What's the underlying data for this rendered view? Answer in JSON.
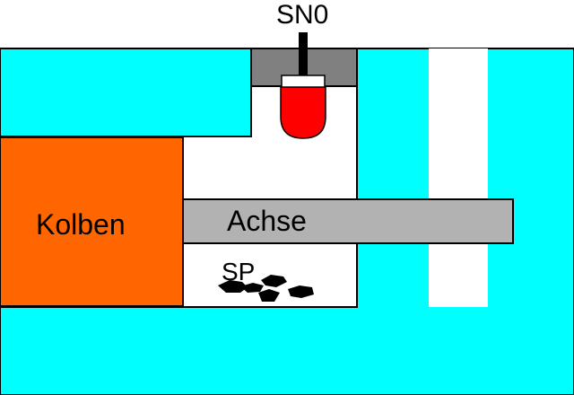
{
  "labels": {
    "sensor": "SN0",
    "piston": "Kolben",
    "axle": "Achse",
    "particles": "SP"
  },
  "colors": {
    "housing": "#00FFFF",
    "piston": "#FF6600",
    "axle": "#B2B2B2",
    "sensor_mount": "#808080",
    "sensor_head": "#FF0000",
    "chamber": "#FFFFFF",
    "outline": "#000000",
    "particles": "#000000"
  }
}
